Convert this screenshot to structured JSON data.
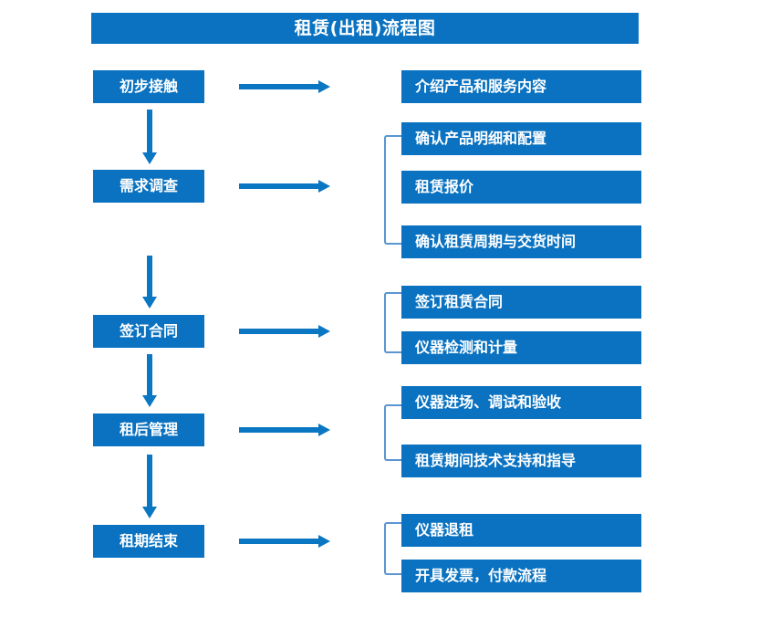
{
  "chart": {
    "title": "租赁(出租)流程图",
    "accent_color": "#0A72C0",
    "arrow_color": "#0B77C2",
    "bracket_color": "#5A96D2",
    "text_color": "#FFFFFF",
    "background_color": "#FFFFFF"
  },
  "stages": [
    {
      "label": "初步接触"
    },
    {
      "label": "需求调查"
    },
    {
      "label": "签订合同"
    },
    {
      "label": "租后管理"
    },
    {
      "label": "租期结束"
    }
  ],
  "details": [
    {
      "label": "介绍产品和服务内容"
    },
    {
      "label": "确认产品明细和配置"
    },
    {
      "label": "租赁报价"
    },
    {
      "label": "确认租赁周期与交货时间"
    },
    {
      "label": "签订租赁合同"
    },
    {
      "label": "仪器检测和计量"
    },
    {
      "label": "仪器进场、调试和验收"
    },
    {
      "label": "租赁期间技术支持和指导"
    },
    {
      "label": "仪器退租"
    },
    {
      "label": "开具发票，付款流程"
    }
  ],
  "connectors": {
    "horizontal_arrow_count": 5,
    "vertical_arrow_count": 4,
    "bracket_count": 4
  }
}
